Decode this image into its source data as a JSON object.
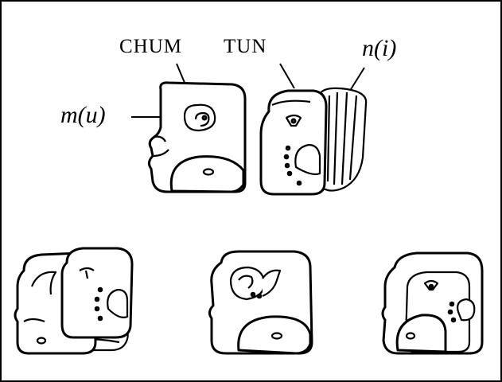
{
  "labels": {
    "chum": "CHUM",
    "tun": "TUN",
    "ni": "n(i)",
    "mu": "m(u)"
  }
}
